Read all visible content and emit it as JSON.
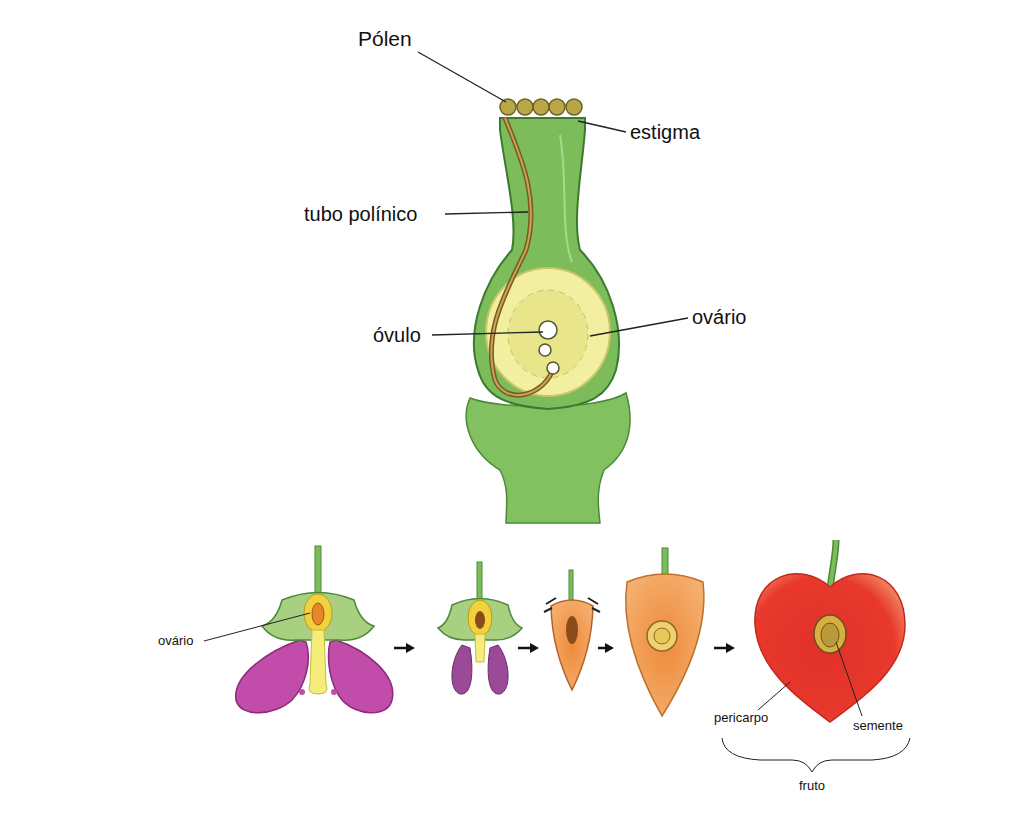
{
  "diagram": {
    "labels": [
      "Pólen",
      "estigma",
      "tubo polínico",
      "óvulo",
      "ovário",
      "ovário",
      "pericarpo",
      "semente",
      "fruto"
    ]
  }
}
